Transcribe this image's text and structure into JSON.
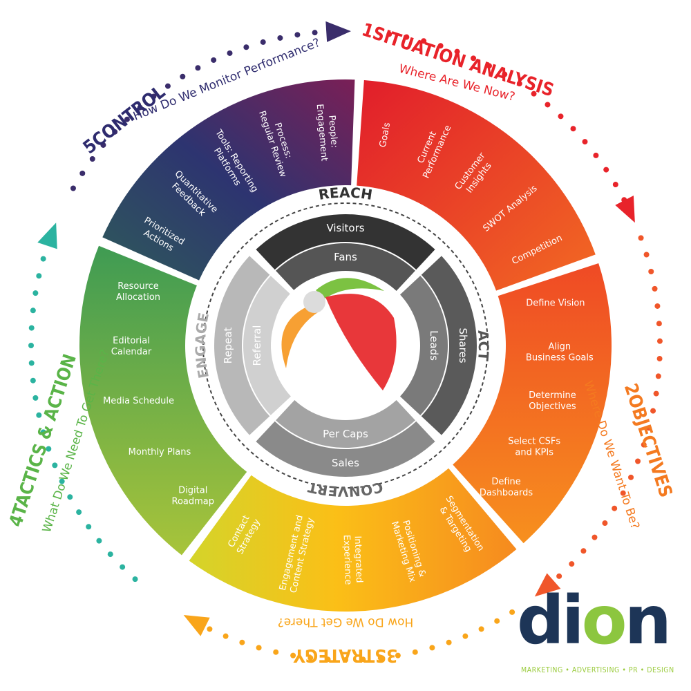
{
  "phases": [
    {
      "id": "situation",
      "number": "1",
      "title": "SITUATION ANALYSIS",
      "question": "Where Are We Now?",
      "color": "#e8232a",
      "items": [
        "Goals",
        "Current Performance",
        "Customer Insights",
        "SWOT Analysis",
        "Competition"
      ]
    },
    {
      "id": "objectives",
      "number": "2",
      "title": "OBJECTIVES",
      "question": "Where Do We Want To Be?",
      "color": "#f47a20",
      "items": [
        "Define Vision",
        "Align Business Goals",
        "Determine Objectives",
        "Select CSFs and KPIs",
        "Define Dashboards"
      ]
    },
    {
      "id": "strategy",
      "number": "3",
      "title": "STRATEGY",
      "question": "How Do We Get There?",
      "color": "#f9a51a",
      "items": [
        "Segmentation & Targeting",
        "Positioning & Marketing Mix",
        "Integrated Experience",
        "Engagement and Content Strategy",
        "Contact Strategy"
      ]
    },
    {
      "id": "tactics",
      "number": "4",
      "title": "TACTICS & ACTION",
      "question": "What Do We Need To Get There?",
      "color": "#5ab448",
      "items": [
        "Digital Roadmap",
        "Monthly Plans",
        "Media Schedule",
        "Editorial Calendar",
        "Resource Allocation"
      ]
    },
    {
      "id": "control",
      "number": "5",
      "title": "CONTROL",
      "question": "How Do We Monitor Performance?",
      "color": "#2e2b6e",
      "items": [
        "Prioritized Actions",
        "Quantitative Feedback",
        "Tools: Reporting Platforms",
        "Process: Regular Review",
        "People: Engagement"
      ]
    }
  ],
  "funnel": {
    "reach": {
      "word": "REACH",
      "outer": "Visitors",
      "inner": "Fans"
    },
    "act": {
      "word": "ACT",
      "outer": "Shares",
      "inner": "Leads"
    },
    "convert": {
      "word": "CONVERT",
      "outer": "Sales",
      "inner": "Per Caps"
    },
    "engage": {
      "word": "ENGAGE",
      "outer": "Repeat",
      "inner": "Referral"
    }
  },
  "brand": {
    "name_start": "di",
    "name_o": "o",
    "name_end": "n",
    "tagline": "MARKETING • ADVERTISING • PR • DESIGN"
  }
}
